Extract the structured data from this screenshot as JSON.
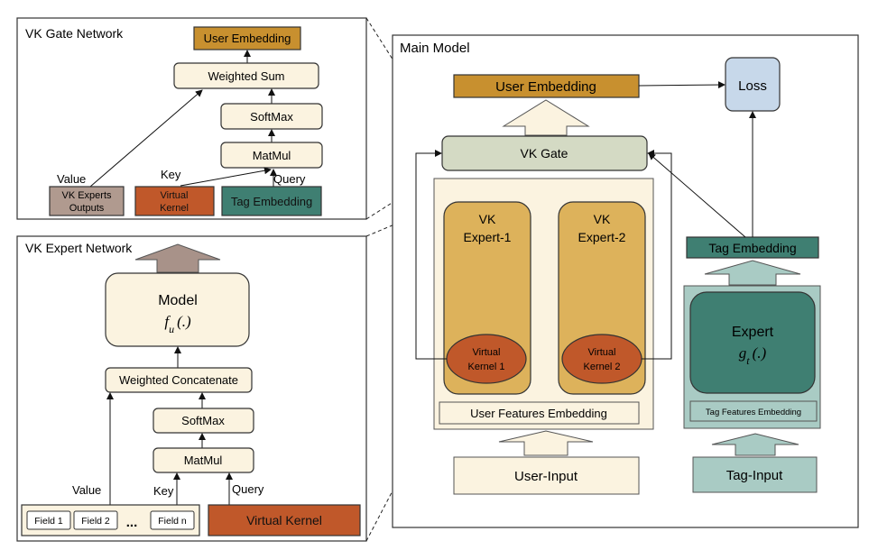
{
  "gate": {
    "title": "VK Gate Network",
    "user_embedding": "User Embedding",
    "weighted_sum": "Weighted Sum",
    "softmax": "SoftMax",
    "matmul": "MatMul",
    "value_label": "Value",
    "key_label": "Key",
    "query_label": "Query",
    "vk_experts_outputs_l1": "VK Experts",
    "vk_experts_outputs_l2": "Outputs",
    "virtual_kernel_l1": "Virtual",
    "virtual_kernel_l2": "Kernel",
    "tag_embedding": "Tag Embedding"
  },
  "expert": {
    "title": "VK Expert Network",
    "model_label": "Model",
    "model_func": "f",
    "model_func_sub": "u",
    "model_func_args": "(.)",
    "weighted_concatenate": "Weighted Concatenate",
    "softmax": "SoftMax",
    "matmul": "MatMul",
    "value_label": "Value",
    "key_label": "Key",
    "query_label": "Query",
    "field1": "Field 1",
    "field2": "Field 2",
    "ellipsis": "...",
    "fieldn": "Field n",
    "virtual_kernel": "Virtual Kernel"
  },
  "main": {
    "title": "Main Model",
    "user_embedding": "User Embedding",
    "loss": "Loss",
    "vk_gate": "VK Gate",
    "expert1_l1": "VK",
    "expert1_l2": "Expert-1",
    "expert2_l1": "VK",
    "expert2_l2": "Expert-2",
    "kernel1_l1": "Virtual",
    "kernel1_l2": "Kernel 1",
    "kernel2_l1": "Virtual",
    "kernel2_l2": "Kernel 2",
    "user_features_embedding": "User Features Embedding",
    "user_input": "User-Input",
    "tag_embedding": "Tag Embedding",
    "expert_label": "Expert",
    "expert_func": "g",
    "expert_func_sub": "t",
    "expert_func_args": "(.)",
    "tag_features_embedding": "Tag Features Embedding",
    "tag_input": "Tag-Input"
  },
  "colors": {
    "embedding_gold": "#c8902f",
    "cream": "#fbf3e0",
    "expert_gold": "#ddb25b",
    "kernel_orange": "#c0582a",
    "teal": "#3f7f72",
    "teal_light": "#a9cbc4",
    "gate_green": "#d4dac4",
    "loss_blue": "#c7d8ea",
    "mauve": "#b09a8f",
    "arrow_mauve": "#a89289"
  }
}
